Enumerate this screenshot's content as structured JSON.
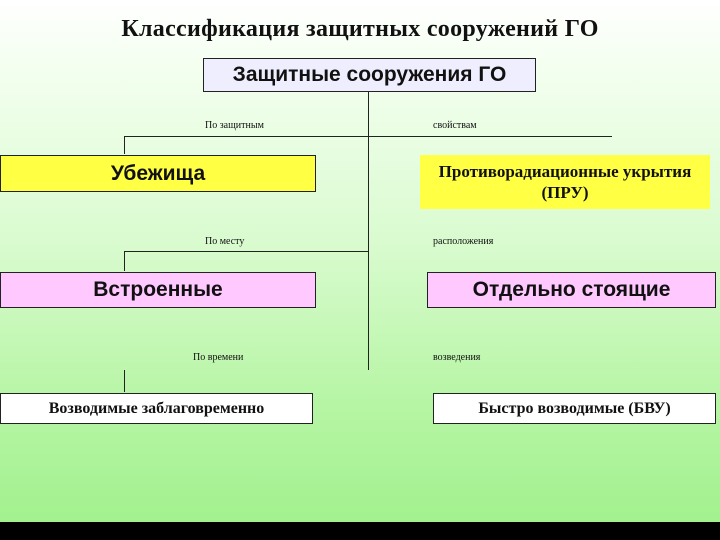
{
  "title": "Классификация защитных сооружений ГО",
  "root": {
    "label": "Защитные сооружения ГО"
  },
  "levels": [
    {
      "label_left": "По защитным",
      "label_right": "свойствам",
      "left": {
        "label": "Убежища"
      },
      "right": {
        "label": "Противорадиационные укрытия (ПРУ)"
      }
    },
    {
      "label_left": "По месту",
      "label_right": "расположения",
      "left": {
        "label": "Встроенные"
      },
      "right": {
        "label": "Отдельно стоящие"
      }
    },
    {
      "label_left": "По времени",
      "label_right": "возведения",
      "left": {
        "label": "Возводимые заблаговременно"
      },
      "right": {
        "label": "Быстро возводимые (БВУ)"
      }
    }
  ],
  "colors": {
    "root_fill": "#eeeeff",
    "level1_fill": "#ffff44",
    "level2_fill": "#ffc8ff",
    "level3_fill": "#ffffff",
    "background_top": "#ffffff",
    "background_bottom": "#a2f18e"
  }
}
